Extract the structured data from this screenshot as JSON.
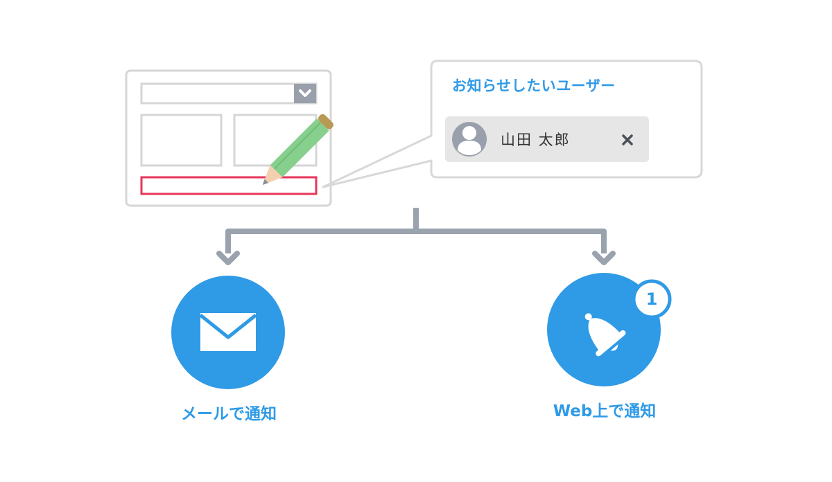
{
  "popup": {
    "title": "お知らせしたいユーザー",
    "selected_user": {
      "name": "山田 太郎",
      "remove_icon": "close-icon"
    }
  },
  "outputs": [
    {
      "label": "メールで通知",
      "icon": "mail-icon"
    },
    {
      "label": "Web上で通知",
      "icon": "bell-icon",
      "badge": "1"
    }
  ],
  "colors": {
    "accent": "#2f9ae6",
    "form_border": "#d4d4d4",
    "highlight_field": "#e7365a",
    "arrow": "#9aa2ae",
    "chip_bg": "#e6e6e6",
    "pencil_body": "#86cf8d",
    "pencil_tip": "#f4cfb0"
  }
}
